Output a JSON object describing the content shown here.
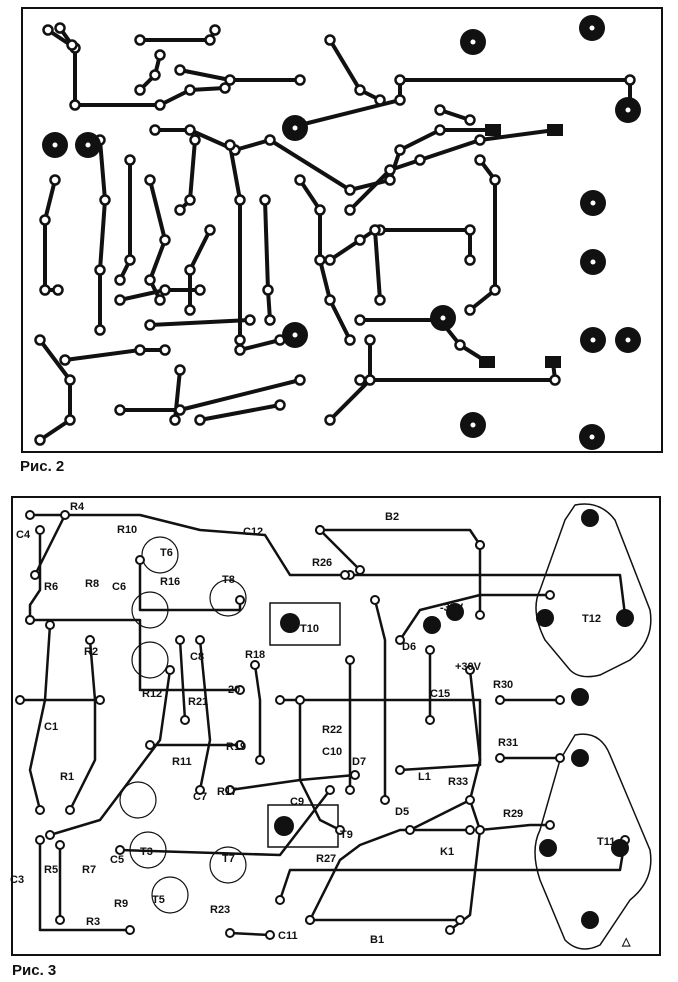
{
  "figures": [
    {
      "caption": "Рис. 2"
    },
    {
      "caption": "Рис. 3",
      "labels": [
        "R4",
        "C4",
        "R10",
        "T6",
        "R16",
        "T8",
        "C12",
        "R26",
        "B2",
        "-30V",
        "T12",
        "T10",
        "D6",
        "+30V",
        "R30",
        "C15",
        "R18",
        "C8",
        "R6",
        "R8",
        "C6",
        "R2",
        "C1",
        "R12",
        "R21",
        "20",
        "R22",
        "C10",
        "R1",
        "R11",
        "R19",
        "R17",
        "C7",
        "C9",
        "R31",
        "D7",
        "L1",
        "R33",
        "T9",
        "R29",
        "T11",
        "D5",
        "K1",
        "T3",
        "C5",
        "R5",
        "R7",
        "C3",
        "R3",
        "R9",
        "T5",
        "R23",
        "T7",
        "R27",
        "C11",
        "B1"
      ],
      "marker": "△"
    }
  ]
}
